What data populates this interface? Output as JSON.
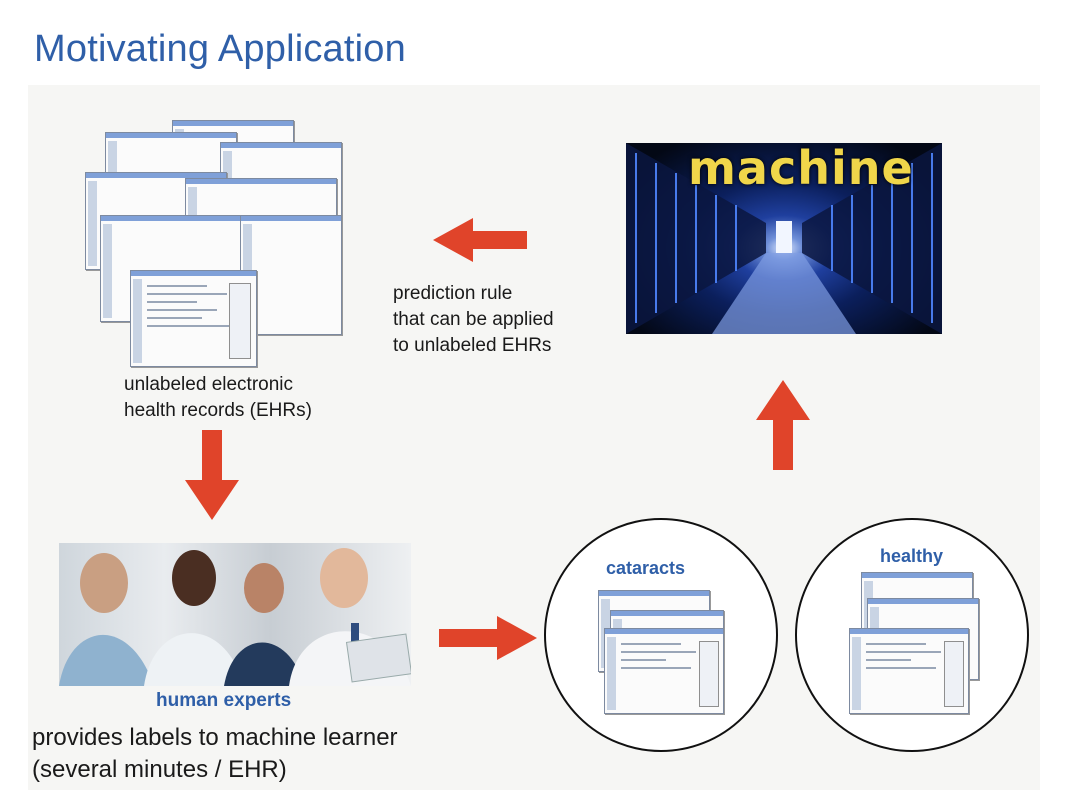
{
  "title": "Motivating Application",
  "ehr_caption": "unlabeled electronic\nhealth records (EHRs)",
  "prediction_caption": "prediction rule\nthat can be applied\nto unlabeled EHRs",
  "machine_label": "machine",
  "human_label": "human experts",
  "human_caption": "provides labels to machine learner\n(several minutes / EHR)",
  "groups": [
    {
      "label": "cataracts"
    },
    {
      "label": "healthy"
    }
  ],
  "colors": {
    "title": "#2f5fa8",
    "arrow": "#e0442a",
    "label": "#2f5fa8",
    "machine_text": "#f0d64a"
  },
  "icons": [
    "arrow-left-icon",
    "arrow-down-icon",
    "arrow-right-icon",
    "arrow-up-icon"
  ]
}
